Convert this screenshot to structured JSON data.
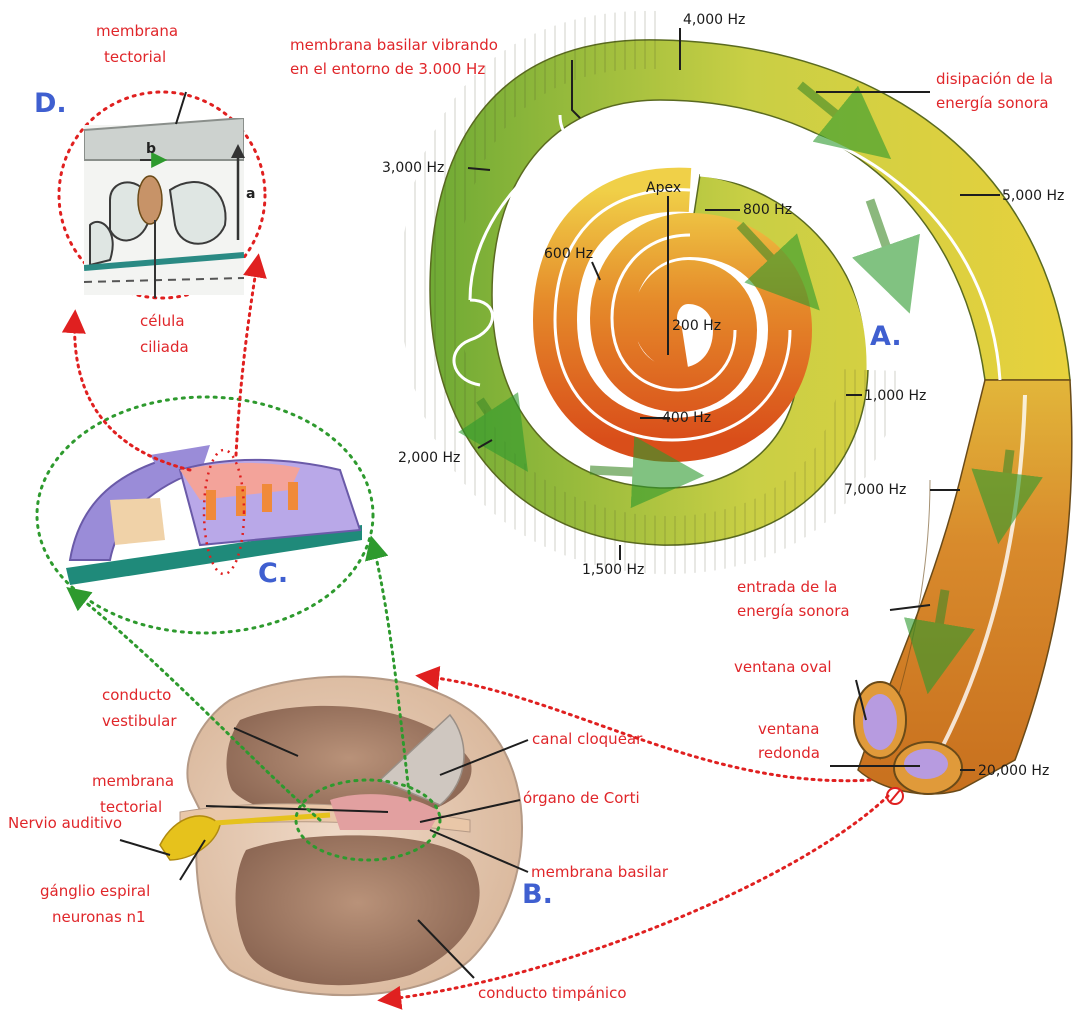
{
  "panels": {
    "a": "A.",
    "b": "B.",
    "c": "C.",
    "d": "D."
  },
  "frequencies": {
    "f4000": "4,000 Hz",
    "f3000": "3,000 Hz",
    "f5000": "5,000 Hz",
    "f800": "800 Hz",
    "apex": "Apex",
    "f600": "600 Hz",
    "f200": "200 Hz",
    "f1000": "1,000 Hz",
    "f400": "400 Hz",
    "f2000": "2,000 Hz",
    "f7000": "7,000 Hz",
    "f1500": "1,500 Hz",
    "f20000": "20,000 Hz"
  },
  "labels": {
    "membrana_basilar_vibrando_1": "membrana basilar vibrando",
    "membrana_basilar_vibrando_2": "en el entorno de 3.000 Hz",
    "disipacion_1": "disipación de la",
    "disipacion_2": "energía sonora",
    "entrada_1": "entrada de la",
    "entrada_2": "energía sonora",
    "ventana_oval": "ventana oval",
    "ventana_redonda_1": "ventana",
    "ventana_redonda_2": "redonda",
    "d_membrana_1": "membrana",
    "d_membrana_2": "tectorial",
    "celula_1": "célula",
    "celula_2": "ciliada",
    "axis_b": "b",
    "axis_a": "a",
    "conducto_vestibular_1": "conducto",
    "conducto_vestibular_2": "vestibular",
    "canal_cloquear": "canal cloquear",
    "b_membrana_1": "membrana",
    "b_membrana_2": "tectorial",
    "organo_corti": "órgano de Corti",
    "nervio_auditivo": "Nervio auditivo",
    "membrana_basilar": "membrana basilar",
    "ganglio_1": "gánglio espiral",
    "ganglio_2": "neuronas n1",
    "conducto_timpanico": "conducto timpánico"
  },
  "colors": {
    "label_red": "#e0262a",
    "panel_blue": "#3f5fd0",
    "connector_green": "#2e9a2e",
    "low_freq": "#d9541e",
    "mid_freq": "#e9c23a",
    "high_freq": "#8fbe3c",
    "base_freq": "#d8862e",
    "window": "#b79be0"
  }
}
